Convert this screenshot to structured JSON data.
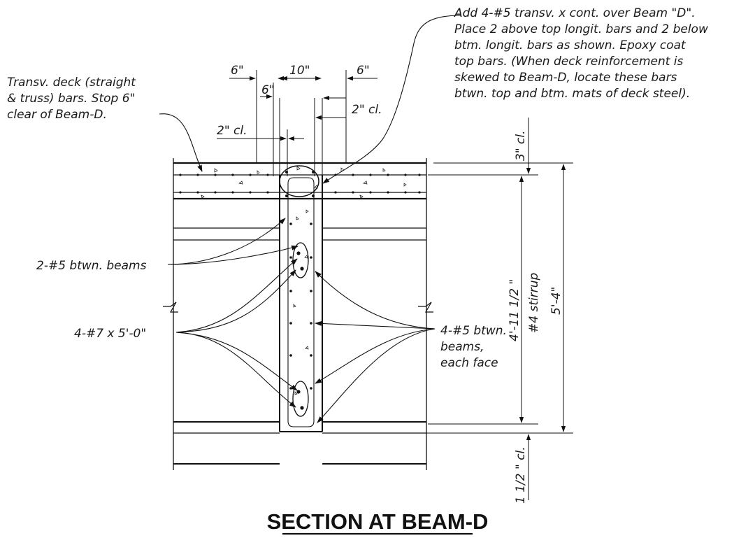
{
  "title": "SECTION AT BEAM-D",
  "notes": {
    "deck_bars": [
      "Transv. deck (straight",
      "& truss) bars. Stop 6\"",
      "clear of Beam-D."
    ],
    "add_bars": [
      "Add 4-#5 transv. x cont. over Beam \"D\".",
      "Place 2 above top longit. bars and 2 below",
      "btm. longit. bars as shown. Epoxy coat",
      "top bars. (When deck reinforcement is",
      "skewed to Beam-D, locate these bars",
      "btwn. top and btm. mats of deck steel)."
    ],
    "bars_2_5": "2-#5 btwn. beams",
    "bars_4_7": "4-#7 x 5'-0\"",
    "bars_4_5": [
      "4-#5 btwn.",
      "beams,",
      "each face"
    ]
  },
  "dimensions": {
    "left_6": "6\"",
    "web_10": "10\"",
    "right_6": "6\"",
    "inner_6": "6\"",
    "cl_2_right": "2\" cl.",
    "cl_2_left": "2\" cl.",
    "cl_3": "3\" cl.",
    "stirrup_height": "4'-11 1/2 \"",
    "stirrup": "#4 stirrup",
    "overall": "5'-4\"",
    "cl_1_5": "1 1/2 \" cl."
  },
  "colors": {
    "line": "#111111",
    "text": "#1a1a1a"
  }
}
